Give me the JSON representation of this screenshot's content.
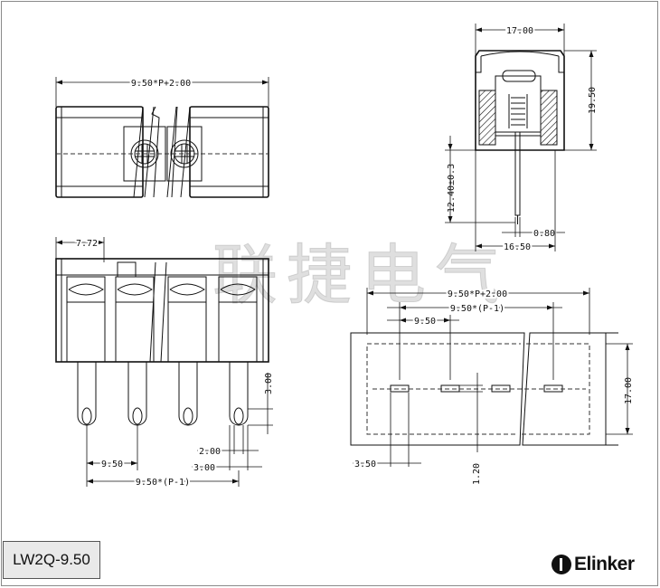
{
  "title_block": {
    "model": "LW2Q-9.50"
  },
  "logo": {
    "text": "Elinker"
  },
  "watermark": {
    "text": "联捷电气"
  },
  "dimensions": {
    "top_pitch_total": "9.50*P+2.00",
    "side_width": "17.00",
    "side_height": "19.50",
    "pin_length": "12.40±0.3",
    "pin_thickness": "0.80",
    "side_depth": "16.50",
    "front_offset": "7.72",
    "pin_tip": "3.00",
    "pin_hole_width": "2.00",
    "pin_slot": "3.00",
    "pitch": "9.50",
    "pitch_total": "9.50*(P-1)",
    "pcb_total": "9.50*P+2.00",
    "pcb_pitch_total": "9.50*(P-1)",
    "pcb_pitch": "9.50",
    "pcb_height": "17.00",
    "pcb_offset": "3.50",
    "pcb_hole_width": "1.20"
  }
}
